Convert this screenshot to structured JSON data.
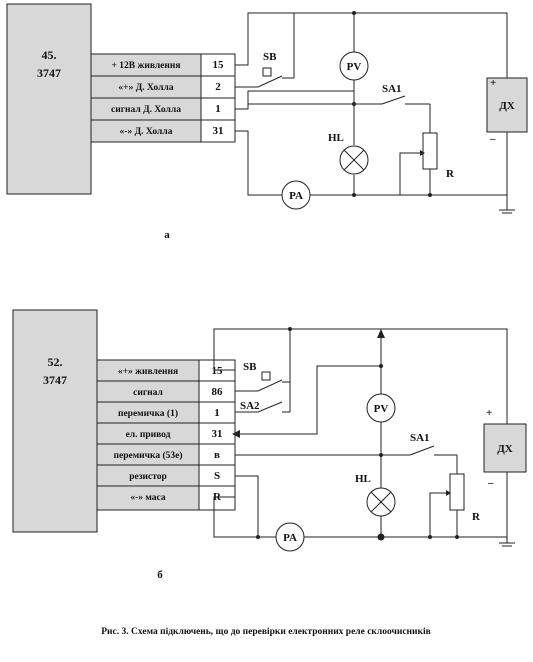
{
  "diagram_a": {
    "unit_label_line1": "45.",
    "unit_label_line2": "3747",
    "rows": [
      {
        "label": "+ 12В живлення",
        "pin": "15"
      },
      {
        "label": "«+» Д. Холла",
        "pin": "2"
      },
      {
        "label": "сигнал Д. Холла",
        "pin": "1"
      },
      {
        "label": "«-» Д. Холла",
        "pin": "31"
      }
    ],
    "sb": "SB",
    "pv": "PV",
    "sa1": "SA1",
    "hl": "HL",
    "r": "R",
    "pa": "PA",
    "dh": "ДХ",
    "plus": "+",
    "minus": "–",
    "caption": "а"
  },
  "diagram_b": {
    "unit_label_line1": "52.",
    "unit_label_line2": "3747",
    "rows": [
      {
        "label": "«+» живлення",
        "pin": "15"
      },
      {
        "label": "сигнал",
        "pin": "86"
      },
      {
        "label": "перемичка (1)",
        "pin": "1"
      },
      {
        "label": "ел. привод",
        "pin": "31"
      },
      {
        "label": "перемичка (53е)",
        "pin": "в"
      },
      {
        "label": "резистор",
        "pin": "S"
      },
      {
        "label": "«-» маса",
        "pin": "R"
      }
    ],
    "sb": "SB",
    "sa2": "SA2",
    "pv": "PV",
    "sa1": "SA1",
    "hl": "HL",
    "r": "R",
    "pa": "PA",
    "dh": "ДХ",
    "plus": "+",
    "minus": "–",
    "caption": "б"
  },
  "figure_caption": "Рис. 3. Схема  підключень, що до перевірки електронних реле склоочисників"
}
